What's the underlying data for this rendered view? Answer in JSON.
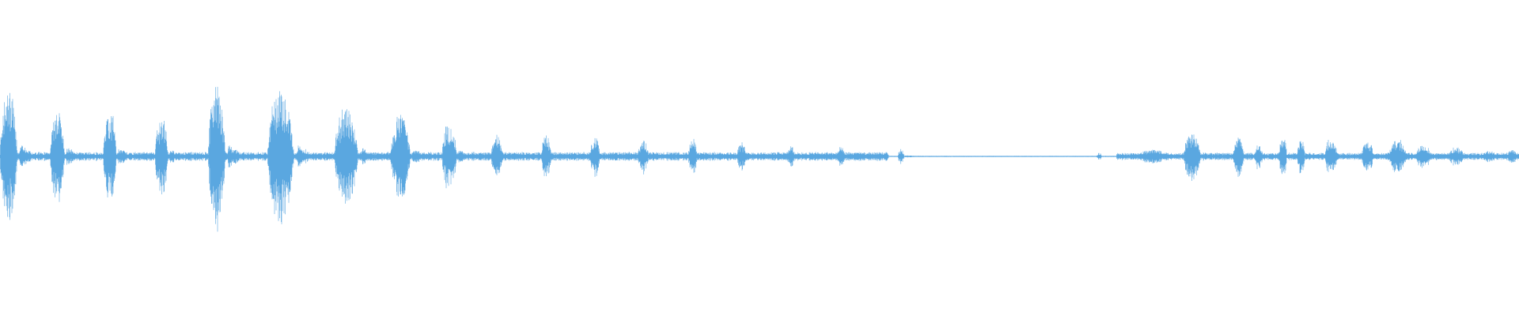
{
  "colors": {
    "background": "#ffffff",
    "waveform": "#5aa7e0"
  },
  "waveform": {
    "description_free_note": "",
    "bursts": [
      {
        "start": 0.0,
        "end": 0.013,
        "amp": 0.95
      },
      {
        "start": 0.033,
        "end": 0.044,
        "amp": 0.7
      },
      {
        "start": 0.068,
        "end": 0.078,
        "amp": 0.66
      },
      {
        "start": 0.102,
        "end": 0.112,
        "amp": 0.55
      },
      {
        "start": 0.137,
        "end": 0.15,
        "amp": 1.0
      },
      {
        "start": 0.176,
        "end": 0.196,
        "amp": 0.97
      },
      {
        "start": 0.22,
        "end": 0.238,
        "amp": 0.7
      },
      {
        "start": 0.257,
        "end": 0.272,
        "amp": 0.6
      },
      {
        "start": 0.291,
        "end": 0.302,
        "amp": 0.5
      },
      {
        "start": 0.323,
        "end": 0.332,
        "amp": 0.3
      },
      {
        "start": 0.356,
        "end": 0.364,
        "amp": 0.3
      },
      {
        "start": 0.388,
        "end": 0.396,
        "amp": 0.3
      },
      {
        "start": 0.42,
        "end": 0.428,
        "amp": 0.25
      },
      {
        "start": 0.453,
        "end": 0.46,
        "amp": 0.25
      },
      {
        "start": 0.485,
        "end": 0.492,
        "amp": 0.2
      },
      {
        "start": 0.518,
        "end": 0.524,
        "amp": 0.15
      },
      {
        "start": 0.551,
        "end": 0.557,
        "amp": 0.13
      },
      {
        "start": 0.591,
        "end": 0.596,
        "amp": 0.1
      },
      {
        "start": 0.722,
        "end": 0.726,
        "amp": 0.05
      },
      {
        "start": 0.748,
        "end": 0.775,
        "amp": 0.1
      },
      {
        "start": 0.779,
        "end": 0.792,
        "amp": 0.35
      },
      {
        "start": 0.812,
        "end": 0.82,
        "amp": 0.3
      },
      {
        "start": 0.826,
        "end": 0.832,
        "amp": 0.2
      },
      {
        "start": 0.842,
        "end": 0.848,
        "amp": 0.3
      },
      {
        "start": 0.854,
        "end": 0.86,
        "amp": 0.25
      },
      {
        "start": 0.872,
        "end": 0.882,
        "amp": 0.28
      },
      {
        "start": 0.896,
        "end": 0.906,
        "amp": 0.22
      },
      {
        "start": 0.914,
        "end": 0.928,
        "amp": 0.25
      },
      {
        "start": 0.932,
        "end": 0.944,
        "amp": 0.18
      },
      {
        "start": 0.953,
        "end": 0.966,
        "amp": 0.13
      },
      {
        "start": 0.975,
        "end": 0.988,
        "amp": 0.08
      },
      {
        "start": 0.992,
        "end": 1.0,
        "amp": 0.1
      }
    ],
    "quiet_spans": [
      {
        "start": 0.0,
        "end": 0.585,
        "amp": 0.06
      },
      {
        "start": 0.585,
        "end": 0.735,
        "amp": 0.006
      },
      {
        "start": 0.735,
        "end": 1.0,
        "amp": 0.05
      }
    ]
  }
}
